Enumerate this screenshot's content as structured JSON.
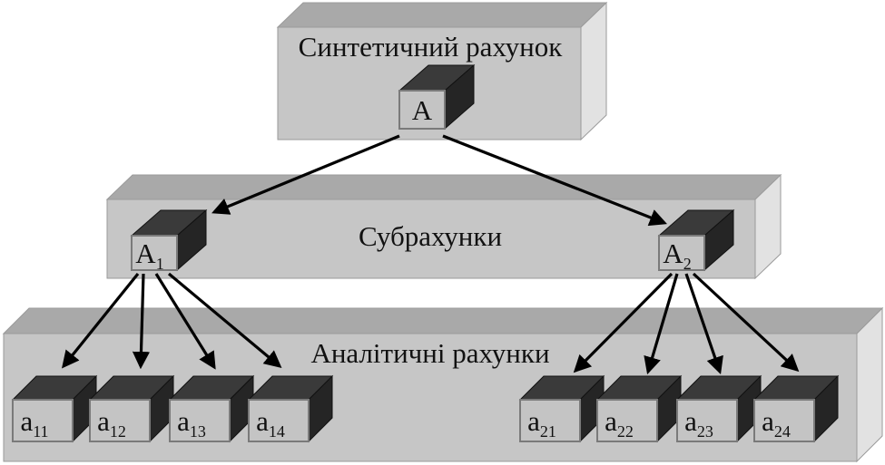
{
  "levels": {
    "synthetic": {
      "label": "Синтетичний рахунок"
    },
    "sub": {
      "label": "Субрахунки"
    },
    "analytic": {
      "label": "Аналітичні рахунки"
    }
  },
  "accounts": {
    "A": {
      "main": "A",
      "sub": ""
    },
    "A1": {
      "main": "A",
      "sub": "1"
    },
    "A2": {
      "main": "A",
      "sub": "2"
    },
    "a11": {
      "main": "a",
      "sub": "11"
    },
    "a12": {
      "main": "a",
      "sub": "12"
    },
    "a13": {
      "main": "a",
      "sub": "13"
    },
    "a14": {
      "main": "a",
      "sub": "14"
    },
    "a21": {
      "main": "a",
      "sub": "21"
    },
    "a22": {
      "main": "a",
      "sub": "22"
    },
    "a23": {
      "main": "a",
      "sub": "23"
    },
    "a24": {
      "main": "a",
      "sub": "24"
    }
  },
  "colors": {
    "slab_front": "#c6c6c6",
    "slab_top": "#a9a9a9",
    "slab_side": "#e2e2e2",
    "cube_front": "#c4c4c4",
    "cube_top": "#3a3a3a",
    "cube_side": "#252525"
  }
}
